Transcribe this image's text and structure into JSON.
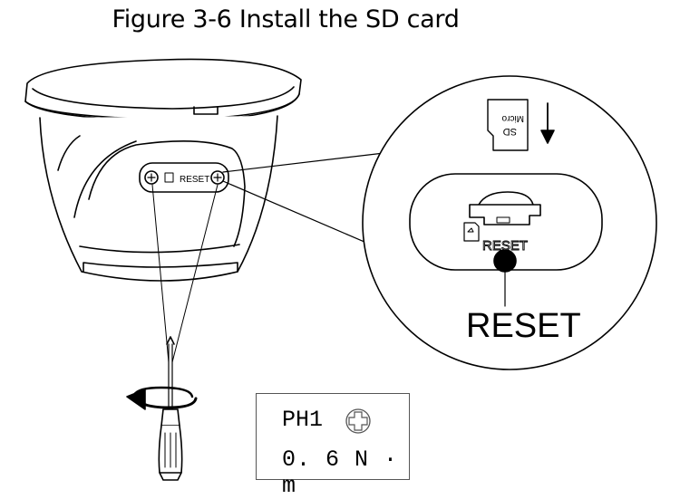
{
  "figure": {
    "title": "Figure 3-6 Install the SD card"
  },
  "camera": {
    "reset_small_label": "RESET"
  },
  "callout": {
    "card_label_sd": "SD",
    "card_label_micro": "Micro",
    "slot_reset_label": "RESET",
    "reset_label": "RESET"
  },
  "torque": {
    "bit": "PH1",
    "value": "0. 6 N · m"
  },
  "icons": {
    "arrow": "down-arrow-icon",
    "rotation": "rotation-arrow-icon",
    "screwdriver": "screwdriver-icon",
    "phillips": "phillips-screw-icon",
    "sd": "sd-card-icon"
  }
}
